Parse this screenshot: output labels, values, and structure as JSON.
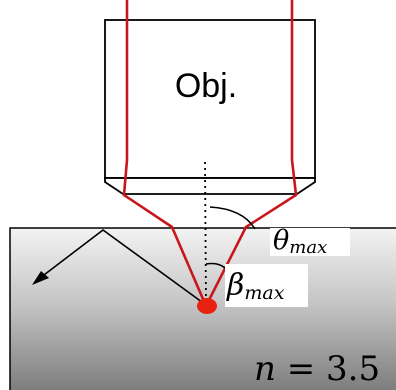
{
  "objective": {
    "label": "Obj."
  },
  "labels": {
    "theta": "θ",
    "theta_sub": "max",
    "beta": "β",
    "beta_sub": "max",
    "n_var": "n",
    "n_eq": " = 3.5"
  },
  "colors": {
    "ray": "#c8161d",
    "focus": "#e8200f",
    "outline": "#000000",
    "substrate_top": "#f2f2f2",
    "substrate_bottom": "#7c7c7c"
  }
}
